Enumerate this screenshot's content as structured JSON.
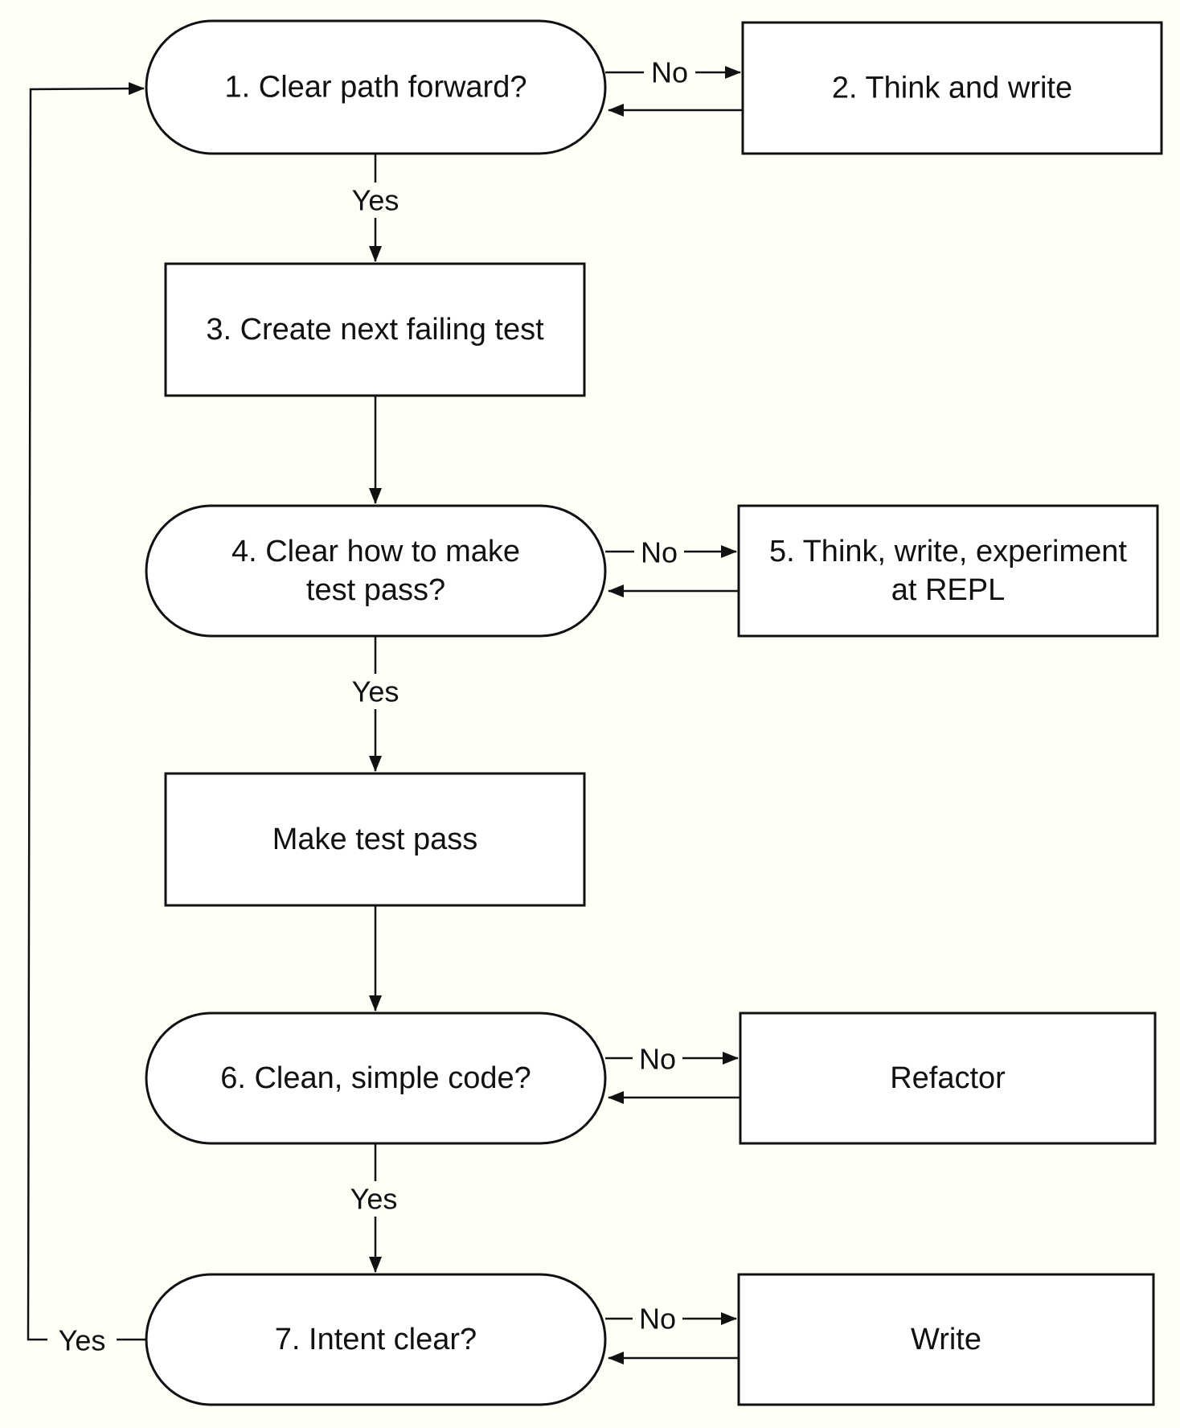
{
  "nodes": [
    {
      "id": "n1",
      "shape": "terminator",
      "lines": [
        "1. Clear path forward?"
      ]
    },
    {
      "id": "n2",
      "shape": "process",
      "lines": [
        "2. Think and write"
      ]
    },
    {
      "id": "n3",
      "shape": "process",
      "lines": [
        "3. Create next failing test"
      ]
    },
    {
      "id": "n4",
      "shape": "terminator",
      "lines": [
        "4. Clear how to make",
        "test pass?"
      ]
    },
    {
      "id": "n5",
      "shape": "process",
      "lines": [
        "5. Think, write, experiment",
        "at REPL"
      ]
    },
    {
      "id": "n6",
      "shape": "process",
      "lines": [
        "Make test pass"
      ]
    },
    {
      "id": "n7",
      "shape": "terminator",
      "lines": [
        "6. Clean, simple code?"
      ]
    },
    {
      "id": "n8",
      "shape": "process",
      "lines": [
        "Refactor"
      ]
    },
    {
      "id": "n9",
      "shape": "terminator",
      "lines": [
        "7. Intent clear?"
      ]
    },
    {
      "id": "n10",
      "shape": "process",
      "lines": [
        "Write"
      ]
    }
  ],
  "edges": [
    {
      "id": "e1",
      "from": "n1",
      "to": "n2",
      "label": "No"
    },
    {
      "id": "e2",
      "from": "n2",
      "to": "n1",
      "label": ""
    },
    {
      "id": "e3",
      "from": "n1",
      "to": "n3",
      "label": "Yes"
    },
    {
      "id": "e4",
      "from": "n3",
      "to": "n4",
      "label": ""
    },
    {
      "id": "e5",
      "from": "n4",
      "to": "n5",
      "label": "No"
    },
    {
      "id": "e6",
      "from": "n5",
      "to": "n4",
      "label": ""
    },
    {
      "id": "e7",
      "from": "n4",
      "to": "n6",
      "label": "Yes"
    },
    {
      "id": "e8",
      "from": "n6",
      "to": "n7",
      "label": ""
    },
    {
      "id": "e9",
      "from": "n7",
      "to": "n8",
      "label": "No"
    },
    {
      "id": "e10",
      "from": "n8",
      "to": "n7",
      "label": ""
    },
    {
      "id": "e11",
      "from": "n7",
      "to": "n9",
      "label": "Yes"
    },
    {
      "id": "e12",
      "from": "n9",
      "to": "n10",
      "label": "No"
    },
    {
      "id": "e13",
      "from": "n10",
      "to": "n9",
      "label": ""
    },
    {
      "id": "e14",
      "from": "n9",
      "to": "n1",
      "label": "Yes"
    }
  ]
}
